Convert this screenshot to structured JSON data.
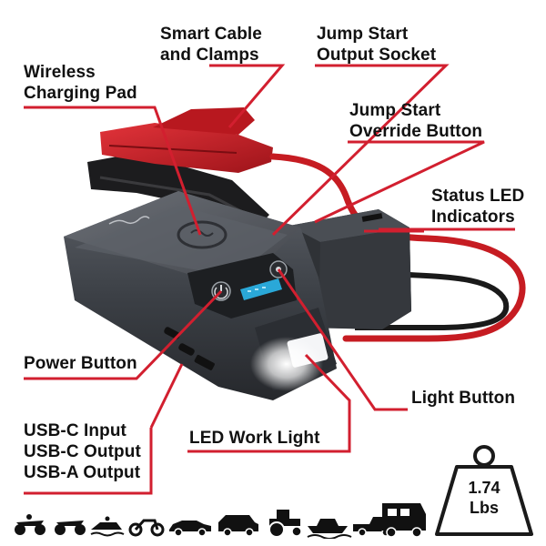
{
  "labels": {
    "smart_cable_1": "Smart Cable",
    "smart_cable_2": "and Clamps",
    "jump_socket_1": "Jump Start",
    "jump_socket_2": "Output Socket",
    "wireless_1": "Wireless",
    "wireless_2": "Charging Pad",
    "override_1": "Jump Start",
    "override_2": "Override Button",
    "status_1": "Status LED",
    "status_2": "Indicators",
    "power": "Power Button",
    "light_button": "Light Button",
    "usb_1": "USB-C Input",
    "usb_2": "USB-C Output",
    "usb_3": "USB-A Output",
    "led": "LED Work Light"
  },
  "weight": {
    "value": "1.74",
    "unit": "Lbs"
  },
  "vehicles": [
    "atv-icon",
    "atv-icon",
    "jetski-icon",
    "motorcycle-icon",
    "sedan-icon",
    "suv-icon",
    "tractor-icon",
    "boat-icon",
    "pickup-truck-icon",
    "rv-icon"
  ],
  "colors": {
    "accent": "#d21f2f",
    "device_body": "#3a3d42",
    "clamp_red": "#c81d24",
    "led_blue": "#2aa8d8"
  }
}
